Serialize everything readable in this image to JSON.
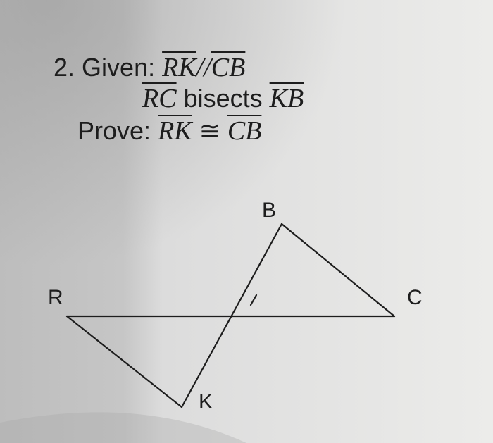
{
  "problem": {
    "number": "2.",
    "given_word": "Given:",
    "given1_a": "RK",
    "given1_sep": "//",
    "given1_b": "CB",
    "given2_seg": "RC",
    "given2_text": "bisects",
    "given2_seg2": "KB",
    "prove_word": "Prove:",
    "prove_a": "RK",
    "prove_sym": "≅",
    "prove_b": "CB"
  },
  "figure": {
    "points": {
      "R": "R",
      "B": "B",
      "C": "C",
      "K": "K"
    }
  }
}
